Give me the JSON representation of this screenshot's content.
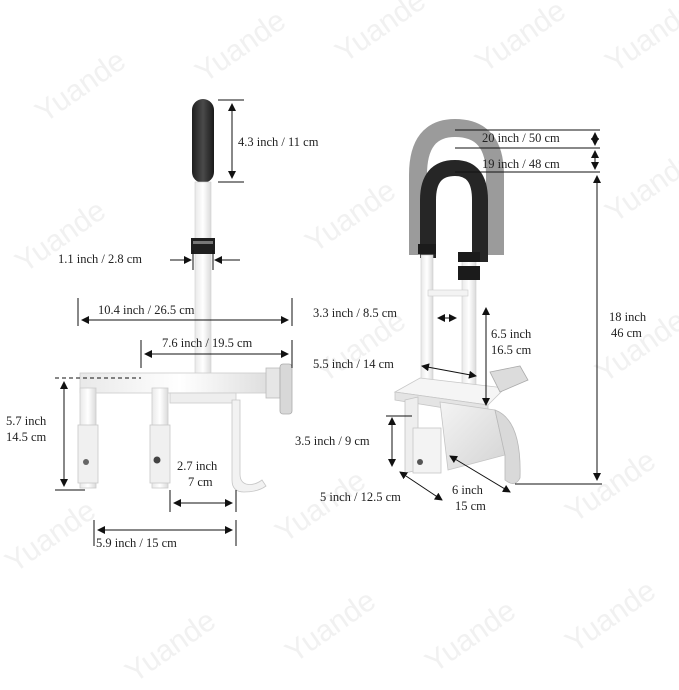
{
  "watermark": "Yuande",
  "left_view": {
    "handle_height": "4.3 inch / 11 cm",
    "bar_diameter": "1.1 inch / 2.8 cm",
    "overall_width": "10.4 inch / 26.5 cm",
    "inner_width": "7.6 inch / 19.5 cm",
    "leg_height_in": "5.7 inch",
    "leg_height_cm": "14.5 cm",
    "clamp_gap_in": "2.7 inch",
    "clamp_gap_cm": "7 cm",
    "base_width": "5.9 inch / 15 cm"
  },
  "right_view": {
    "outer_arc_width": "20 inch / 50 cm",
    "inner_arc_width": "19 inch / 48 cm",
    "total_height_in": "18 inch",
    "total_height_cm": "46 cm",
    "bar_spacing": "3.3 inch / 8.5 cm",
    "upper_height_in": "6.5 inch",
    "upper_height_cm": "16.5 cm",
    "bracket_depth": "5.5 inch / 14 cm",
    "plate_height": "3.5 inch / 9 cm",
    "base_depth": "5 inch / 12.5 cm",
    "base_width_in": "6 inch",
    "base_width_cm": "15 cm"
  }
}
